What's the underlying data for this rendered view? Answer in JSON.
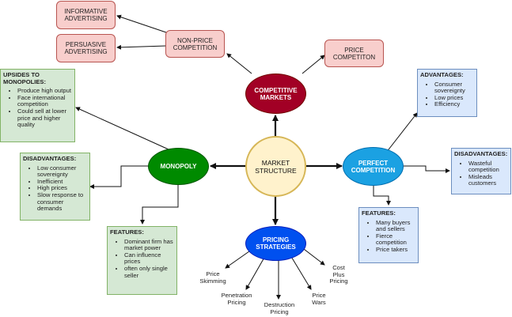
{
  "center": {
    "label": "MARKET\nSTRUCTURE"
  },
  "hubs": {
    "competitive": "COMPETITIVE\nMARKETS",
    "monopoly": "MONOPOLY",
    "perfect": "PERFECT\nCOMPETITION",
    "pricing": "PRICING\nSTRATEGIES"
  },
  "competitive_children": {
    "non_price": "NON-PRICE\nCOMPETITION",
    "price": "PRICE\nCOMPETITON",
    "informative": "INFORMATIVE\nADVERTISING",
    "persuasive": "PERSUASIVE\nADVERTISING"
  },
  "monopoly_boxes": {
    "upsides": {
      "title": "UPSIDES TO\nMONOPOLIES:",
      "items": [
        "Produce high output",
        "Face international competition",
        "Could sell at lower price and higher quality"
      ]
    },
    "disadvantages": {
      "title": "DISADVANTAGES:",
      "items": [
        "Low consumer sovereignty",
        "Inefficient",
        "High prices",
        "Slow response to consumer demands"
      ]
    },
    "features": {
      "title": "FEATURES:",
      "items": [
        "Dominant firm has market power",
        "Can influence prices",
        "often only single seller"
      ]
    }
  },
  "perfect_boxes": {
    "advantages": {
      "title": "ADVANTAGES:",
      "items": [
        "Consumer sovereignty",
        "Low prices",
        "Efficiency"
      ]
    },
    "disadvantages": {
      "title": "DISADVANTAGES:",
      "items": [
        "Wasteful competition",
        "Misleads customers"
      ]
    },
    "features": {
      "title": "FEATURES:",
      "items": [
        "Many buyers and sellers",
        "Fierce competition",
        "Price takers"
      ]
    }
  },
  "pricing_labels": {
    "skimming": "Price\nSkimming",
    "penetration": "Penetration\nPricing",
    "destruction": "Destruction\nPricing",
    "wars": "Price\nWars",
    "cost_plus": "Cost\nPlus\nPricing"
  },
  "colors": {
    "center_fill": "#fff2cc",
    "center_border": "#d6b656",
    "competitive": "#a20025",
    "monopoly": "#008a00",
    "perfect": "#1ba1e2",
    "pricing": "#0050ef"
  }
}
